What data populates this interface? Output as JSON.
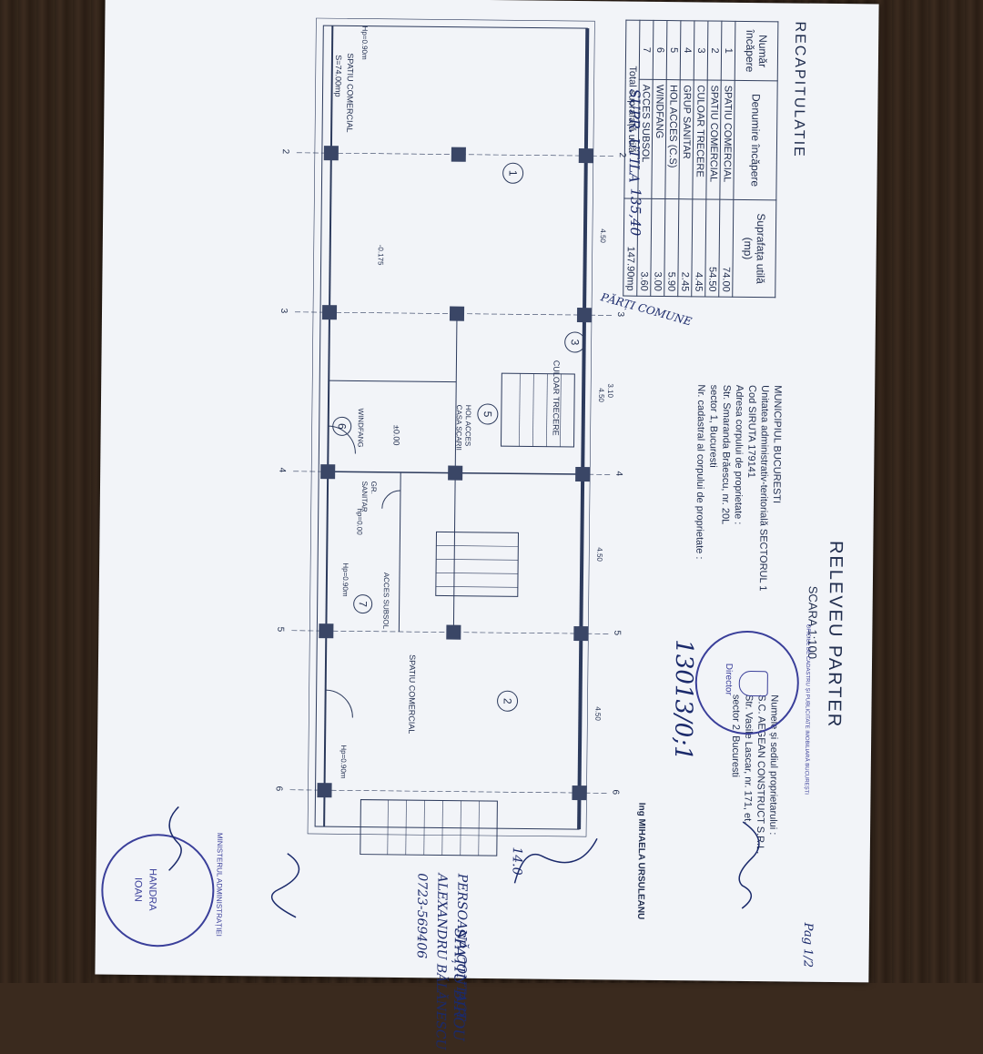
{
  "recap": {
    "title": "RECAPITULATIE",
    "headers": [
      "Număr încăpere",
      "Denumire încăpere",
      "Suprafața utilă (mp)"
    ],
    "rows": [
      {
        "nr": "1",
        "name": "SPATIU COMERCIAL",
        "area": "74.00"
      },
      {
        "nr": "2",
        "name": "SPATIU COMERCIAL",
        "area": "54.50"
      },
      {
        "nr": "3",
        "name": "CULOAR TRECERE",
        "area": "4.45"
      },
      {
        "nr": "4",
        "name": "GRUP SANITAR",
        "area": "2.45"
      },
      {
        "nr": "5",
        "name": "HOL ACCES (C.S)",
        "area": "5.90"
      },
      {
        "nr": "6",
        "name": "WINDFANG",
        "area": "3.00"
      },
      {
        "nr": "7",
        "name": "ACCES SUBSOL",
        "area": "3.60"
      }
    ],
    "total_label": "Total suprafață utilă",
    "total_value": "147.90mp",
    "handwritten_supr": "SUPR. UTILA",
    "handwritten_value": "135,40",
    "handwritten_parti": "PĂRȚI COMUNE"
  },
  "releveu": {
    "title": "RELEVEU PARTER",
    "scale": "SCARA 1:100"
  },
  "location": {
    "lines": [
      "MUNICIPIUL BUCURESTI",
      "Unitatea administrativ-teritorială SECTORUL 1",
      "Cod SIRUTA 179141",
      "Adresa corpului de proprietate :",
      "Str. Smaranda Brăescu, nr. 20L",
      "sector 1, Bucuresti",
      "Nr. cadastral al corpului de proprietate :"
    ],
    "cadastral_handwritten": "13013/0;1"
  },
  "owner": {
    "lines": [
      "Numele și sediul proprietarului :",
      "S.C. AEGEAN CONSTRUCT S.R.L.",
      "Str. Vasile Lascar, nr. 171, et.",
      "sector 2, Bucuresti"
    ],
    "engineer": "Ing MIHAELA URSULEANU"
  },
  "plan": {
    "room1": "SPATIU COMERCIAL",
    "room1_area": "S=74.00mp",
    "room2": "SPATIU COMERCIAL",
    "room3": "CULOAR TRECERE",
    "room5a": "HOL ACCES",
    "room5b": "CASA SCARII",
    "room6": "WINDFANG",
    "room4a": "GR.",
    "room4b": "SANITAR",
    "room7": "ACCES SUBSOL",
    "hp1": "Hp=0.90m",
    "hp2": "Hp=0.90m",
    "hp3": "Hp=0.90m",
    "hp4": "hp=0.00",
    "level": "±0.00",
    "level2": "-0.175",
    "axes_top": [
      "2",
      "3",
      "4",
      "5",
      "6"
    ],
    "axes_bottom": [
      "2",
      "3",
      "4",
      "5",
      "6"
    ],
    "dims_top": [
      "4.50",
      "4.50",
      "4.50",
      "4.50",
      "3.10"
    ]
  },
  "contact": {
    "label": "PERSOANĂ CONTACT :",
    "name": "ALEXANDRU BĂLĂNESCU",
    "phone": "0723-569406",
    "note": "SPAȚIU BIROU",
    "page": "Pag 1/2",
    "date": "14.0"
  },
  "stamp_right": {
    "text": "Director",
    "ring": "OFICIUL DE CADASTRU ȘI PUBLICITATE IMOBILIARĂ BUCUREȘTI"
  },
  "stamp_left": {
    "ring": "MINISTERUL ADMINISTRAȚIEI",
    "name1": "HANDRA",
    "name2": "IOAN"
  }
}
